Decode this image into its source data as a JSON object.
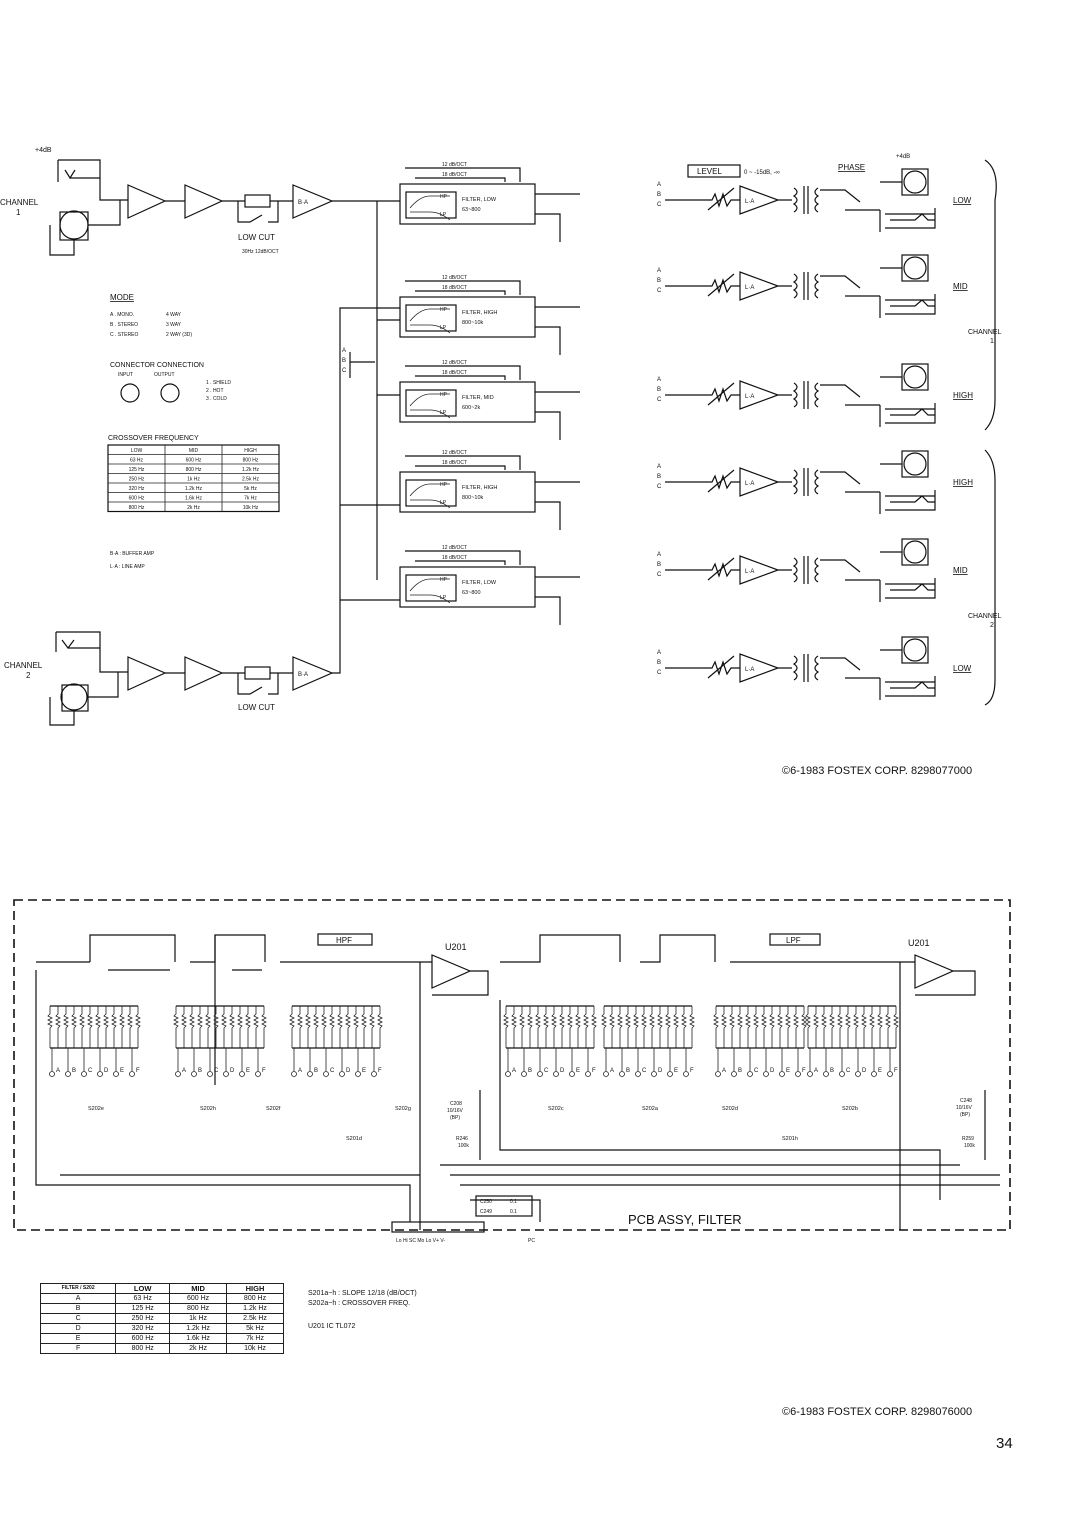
{
  "top_diagram": {
    "input_ch1_level": "+4dB",
    "channel_1": "CHANNEL\n1",
    "channel_2": "CHANNEL\n2",
    "low_cut": "LOW CUT",
    "low_cut_spec": "30Hz  12dB/OCT",
    "buffer": "B·A",
    "line_amp": "L·A",
    "level_box": "LEVEL",
    "level_range": "0 ~ -15dB, -∞",
    "phase": "PHASE",
    "phase_level": "+4dB",
    "slope_12": "12 dB/OCT",
    "slope_18": "18 dB/OCT",
    "hp": "HP",
    "lp": "LP",
    "filters": [
      {
        "name": "FILTER, LOW",
        "range": "63~800"
      },
      {
        "name": "FILTER, HIGH",
        "range": "800~10k"
      },
      {
        "name": "FILTER, MID",
        "range": "600~2k"
      },
      {
        "name": "FILTER, HIGH",
        "range": "800~10k"
      },
      {
        "name": "FILTER, LOW",
        "range": "63~800"
      }
    ],
    "outputs": [
      "LOW",
      "MID",
      "HIGH",
      "HIGH",
      "MID",
      "LOW"
    ],
    "out_channel_1": "CHANNEL\n1",
    "out_channel_2": "CHANNEL\n2",
    "mode_title": "MODE",
    "mode_rows": [
      {
        "k": "A .  MONO.",
        "v": "4 WAY"
      },
      {
        "k": "B .  STEREO",
        "v": "3 WAY"
      },
      {
        "k": "C .  STEREO",
        "v": "2 WAY (3D)"
      }
    ],
    "connector_title": "CONNECTOR CONNECTION",
    "connector_input": "INPUT",
    "connector_output": "OUTPUT",
    "connector_pins": [
      "1 .  SHIELD",
      "2 .  HOT",
      "3 .  COLD"
    ],
    "crossover_title": "CROSSOVER FREQUENCY",
    "crossover_head": [
      "LOW",
      "MID",
      "HIGH"
    ],
    "crossover_rows": [
      [
        "63 Hz",
        "600 Hz",
        "800 Hz"
      ],
      [
        "125 Hz",
        "800 Hz",
        "1.2k Hz"
      ],
      [
        "250 Hz",
        "1k Hz",
        "2.5k Hz"
      ],
      [
        "320 Hz",
        "1.2k Hz",
        "5k Hz"
      ],
      [
        "600 Hz",
        "1.6k Hz",
        "7k Hz"
      ],
      [
        "800 Hz",
        "2k Hz",
        "10k Hz"
      ]
    ],
    "legend_ba": "B·A : BUFFER AMP",
    "legend_la": "L·A : LINE AMP",
    "copyright": "©6-1983   FOSTEX CORP.   8298077000"
  },
  "bottom_diagram": {
    "hpf": "HPF",
    "lpf": "LPF",
    "u201": "U201",
    "pcb_title": "PCB ASSY, FILTER",
    "pin_labels": "Lo  Hi  SC  Mo  Lo  V+  V-",
    "pc_label": "PC",
    "c208": "C208\n10/16V\n(BP)",
    "c248": "C248\n10/16V\n(BP)",
    "r246": "R246\n100k",
    "r259": "R259\n100k",
    "switch_labels": [
      "S202e",
      "S202h",
      "S202f",
      "S202g",
      "S201d",
      "S202c",
      "S202a",
      "S202d",
      "S202b",
      "S201h"
    ],
    "letters": [
      "A",
      "B",
      "C",
      "D",
      "E",
      "F"
    ],
    "c250": "C250",
    "c249": "C249",
    "cap_val": "0.1"
  },
  "bottom_table": {
    "corner_top": "FILTER",
    "corner_bottom": "S202",
    "head": [
      "LOW",
      "MID",
      "HIGH"
    ],
    "rows": [
      [
        "A",
        "63 Hz",
        "600 Hz",
        "800 Hz"
      ],
      [
        "B",
        "125 Hz",
        "800 Hz",
        "1.2k Hz"
      ],
      [
        "C",
        "250 Hz",
        "1k Hz",
        "2.5k Hz"
      ],
      [
        "D",
        "320 Hz",
        "1.2k Hz",
        "5k Hz"
      ],
      [
        "E",
        "600 Hz",
        "1.6k Hz",
        "7k Hz"
      ],
      [
        "F",
        "800 Hz",
        "2k Hz",
        "10k Hz"
      ]
    ]
  },
  "notes": [
    "S201a~h  :  SLOPE  12/18 (dB/OCT)",
    "S202a~h  :  CROSSOVER FREQ.",
    "U201  IC  TL072"
  ],
  "bottom_copyright": "©6-1983   FOSTEX CORP.   8298076000",
  "page_number": "34"
}
